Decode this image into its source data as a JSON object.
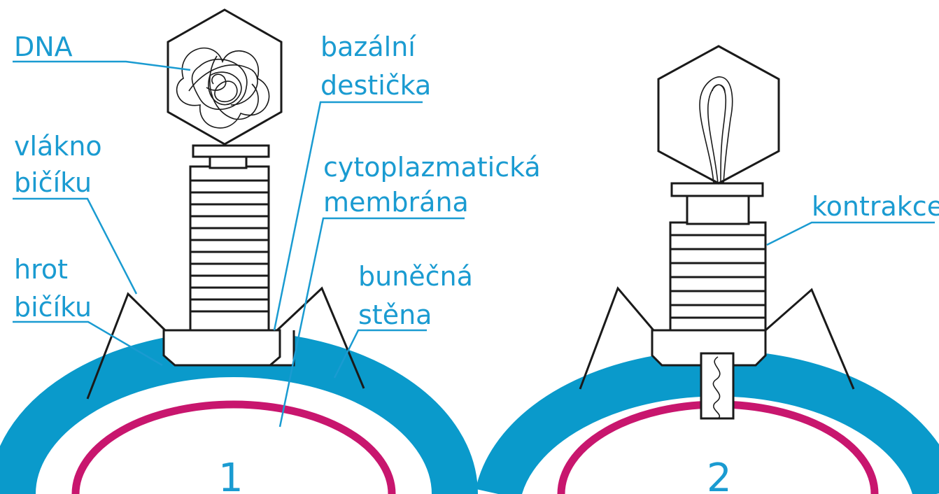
{
  "colors": {
    "cell_wall": "#0a9acb",
    "membrane": "#c8166e",
    "label": "#1a9bd1",
    "outline": "#1a1a1a"
  },
  "labels": {
    "dna": "DNA",
    "bazalni_line1": "bazální",
    "bazalni_line2": "destička",
    "vlakno_line1": "vlákno",
    "vlakno_line2": "bičíku",
    "cyto_line1": "cytoplazmatická",
    "cyto_line2": "membrána",
    "hrot_line1": "hrot",
    "hrot_line2": "bičíku",
    "bunecna_line1": "buněčná",
    "bunecna_line2": "stěna",
    "kontrakce": "kontrakce"
  },
  "panels": {
    "first": "1",
    "second": "2"
  }
}
